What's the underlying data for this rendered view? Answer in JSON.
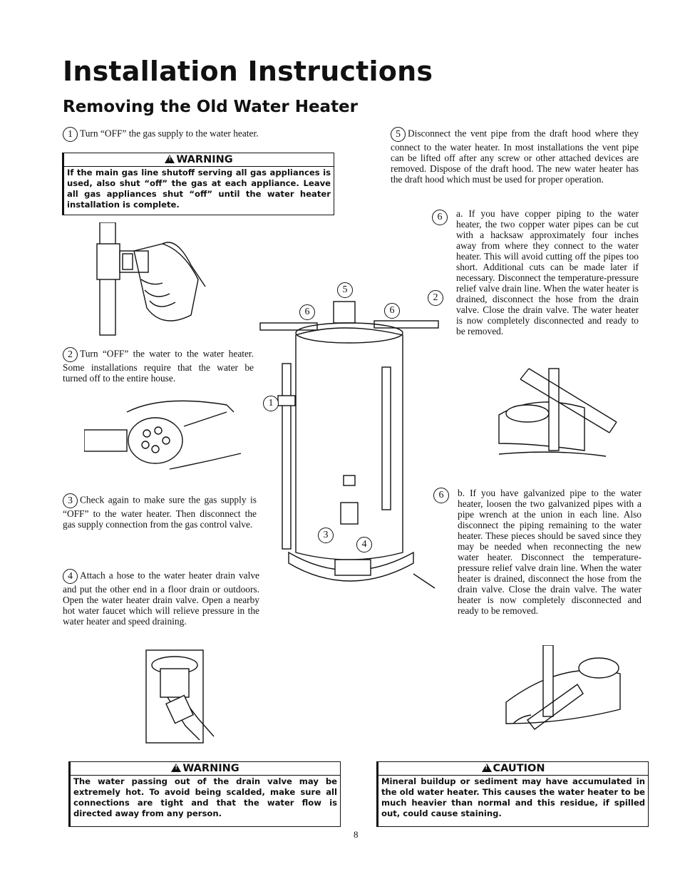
{
  "page": {
    "title": "Installation Instructions",
    "section": "Removing the Old Water Heater",
    "page_number": "8"
  },
  "steps": {
    "s1": {
      "num": "1",
      "text": "Turn “OFF” the gas supply to the water heater."
    },
    "s2": {
      "num": "2",
      "text": "Turn “OFF” the water to the water heater. Some installations require that the water be turned off to the entire house."
    },
    "s3": {
      "num": "3",
      "text": "Check again to make sure the gas supply is “OFF” to the water heater. Then disconnect the gas supply connection from the gas control valve."
    },
    "s4": {
      "num": "4",
      "text": "Attach a hose to the water heater drain valve and put the other end in a floor drain or outdoors. Open the water heater drain valve. Open a nearby hot water faucet which will relieve pressure in the water heater and speed draining."
    },
    "s5": {
      "num": "5",
      "text": "Disconnect the vent pipe from the draft hood where they connect to the water heater. In most installations the vent pipe can be lifted off after any screw or other attached devices are removed. Dispose of the draft hood. The new water heater has the draft hood which must be used for proper operation."
    },
    "s6a": {
      "num": "6",
      "label": "a.",
      "text": "If you have copper piping to the water heater, the two copper water pipes can be cut with a hacksaw approximately four inches away from where they connect to the water heater. This will avoid cutting off the pipes too short. Additional cuts can be made later if necessary. Disconnect the temperature-pressure relief valve drain line. When the water heater is drained, disconnect the hose from the drain valve. Close the drain valve. The water heater is now completely disconnected and ready to be removed."
    },
    "s6b": {
      "num": "6",
      "label": "b.",
      "text": "If you have galvanized pipe to the water heater, loosen the two galvanized pipes with a pipe wrench at the union in each line. Also disconnect the piping remaining to the water heater. These pieces should be saved since they may be needed when reconnecting the new water heater. Disconnect the temperature-pressure relief valve drain line. When the water heater is drained, disconnect the hose from the drain valve. Close the drain valve. The water heater is now completely disconnected and ready to be removed."
    }
  },
  "warning1": {
    "title": "WARNING",
    "text": "If the main gas line shutoff serving all gas appliances is used, also shut “off” the gas at each appliance. Leave all gas appliances shut “off” until the water heater installation is complete."
  },
  "warning2": {
    "title": "WARNING",
    "text": "The water passing out of the drain valve may be extremely hot. To avoid being scalded, make sure all connections are tight and that the water flow is directed away from any person."
  },
  "caution": {
    "title": "CAUTION",
    "text": "Mineral buildup or sediment may have accumulated in the old water heater. This causes the water heater to be much heavier than normal and this residue, if spilled out, could cause staining."
  },
  "diagram_callouts": {
    "c1": "1",
    "c2": "2",
    "c3": "3",
    "c4": "4",
    "c5": "5",
    "c6a": "6",
    "c6b": "6"
  }
}
